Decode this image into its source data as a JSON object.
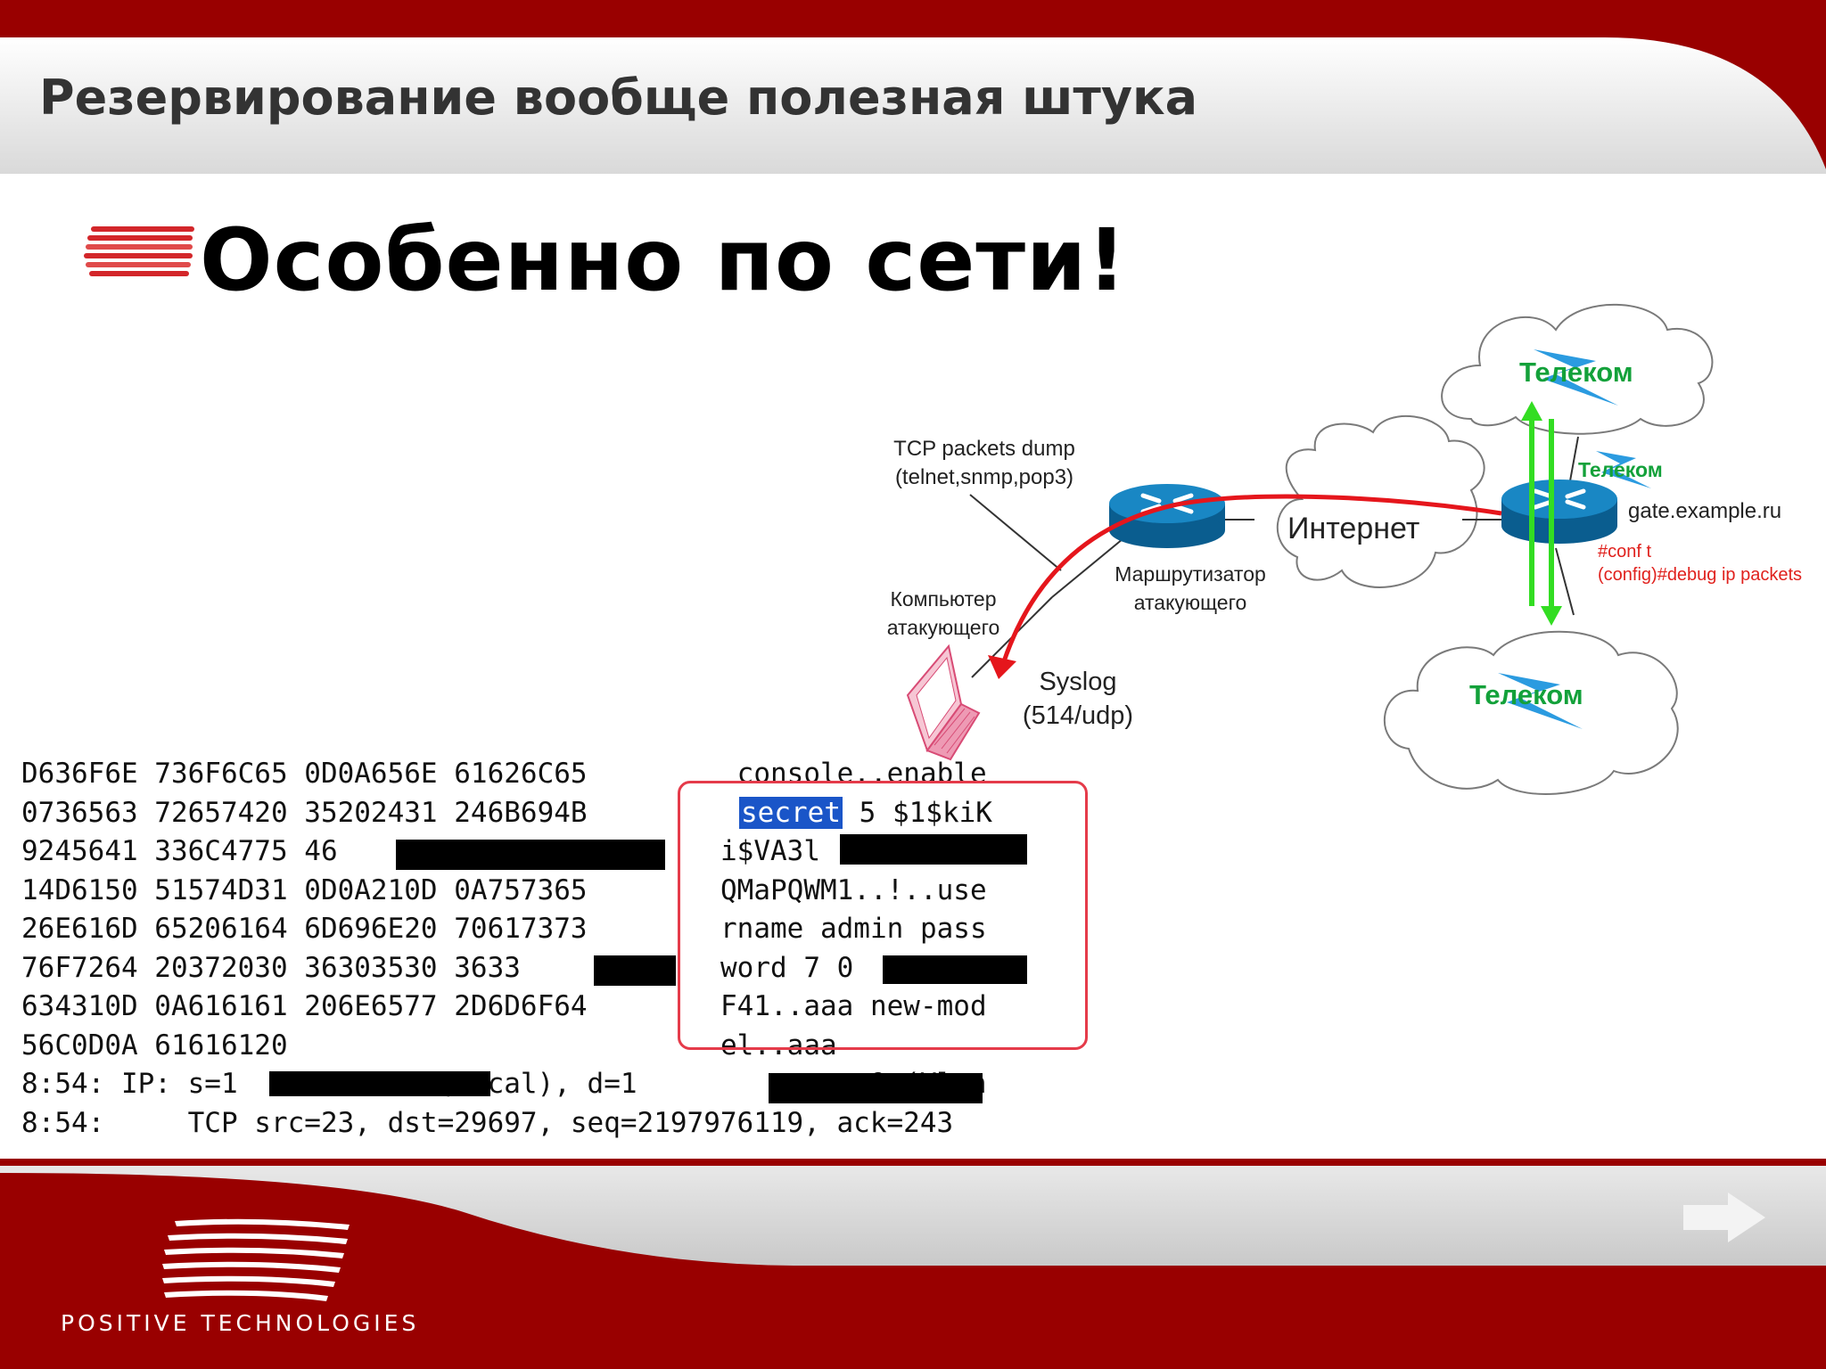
{
  "slide": {
    "title": "Резервирование вообще полезная штука",
    "heading": "Особенно по сети!"
  },
  "diagram": {
    "tcp_dump": [
      "TCP packets dump",
      "(telnet,snmp,pop3)"
    ],
    "internet": "Интернет",
    "router_label": [
      "Маршрутизатор",
      "атакующего"
    ],
    "computer_label": [
      "Компьютер",
      "атакующего"
    ],
    "syslog": [
      "Syslog",
      "(514/udp)"
    ],
    "telecom_top": "Телеком",
    "telecom_small": "Телеком",
    "telecom_bottom": "Телеком",
    "gate": "gate.example.ru",
    "cmd1": "#conf t",
    "cmd2": "(config)#debug ip packets"
  },
  "dump": {
    "hex": [
      "D636F6E 736F6C65 0D0A656E 61626C65",
      "0736563 72657420 35202431 246B694B",
      "9245641 336C4775 46                1",
      "14D6150 51574D31 0D0A210D 0A757365",
      "26E616D 65206164 6D696E20 70617373",
      "76F7264 20372030 36303530 3633",
      "634310D 0A616161 206E6577 2D6D6F64",
      "56C0D0A 61616120"
    ],
    "ascii": [
      " console..enable",
      "",
      "i$VA3l",
      "QMaPQWM1..!..use",
      "rname admin pass",
      "word 7 0",
      "F41..aaa new-mod",
      "el..aaa"
    ],
    "secret_word": "secret",
    "secret_rest": " 5 $1$kiK",
    "log1": "8:54: IP: s=1          0 (local), d=1              9 (Vlan",
    "log2": "8:54:     TCP src=23, dst=29697, seq=2197976119, ack=243"
  },
  "footer": {
    "logo_text": "POSITIVE  TECHNOLOGIES"
  },
  "colors": {
    "brand_red": "#990000",
    "highlight": "#1a55c8",
    "arrow_red": "#e5161c",
    "arrow_green": "#33dd22"
  }
}
